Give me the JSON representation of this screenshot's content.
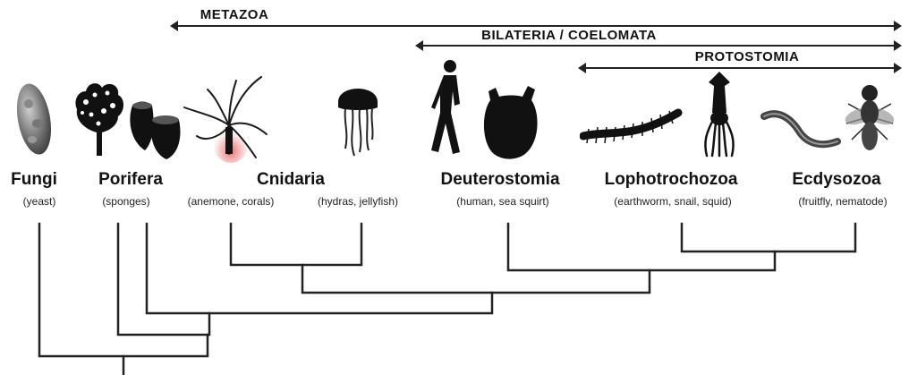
{
  "clades": {
    "metazoa": "METAZOA",
    "bilateria": "BILATERIA / COELOMATA",
    "protostomia": "PROTOSTOMIA"
  },
  "taxa": [
    {
      "name": "Fungi",
      "examples": "(yeast)"
    },
    {
      "name": "Porifera",
      "examples": "(sponges)"
    },
    {
      "name": "Cnidaria",
      "examples_left": "(anemone, corals)",
      "examples_right": "(hydras, jellyfish)"
    },
    {
      "name": "Deuterostomia",
      "examples": "(human, sea squirt)"
    },
    {
      "name": "Lophotrochozoa",
      "examples": "(earthworm, snail, squid)"
    },
    {
      "name": "Ecdysozoa",
      "examples": "(fruitfly, nematode)"
    }
  ],
  "silhouettes": [
    "yeast-icon",
    "sponge-icon",
    "sponge-vase-icon",
    "anemone-icon",
    "jellyfish-icon",
    "human-icon",
    "sea-squirt-icon",
    "worm-icon",
    "squid-icon",
    "nematode-icon",
    "fruitfly-icon"
  ],
  "colors": {
    "line": "#222222",
    "anemone_glow": "#e23a3a"
  }
}
